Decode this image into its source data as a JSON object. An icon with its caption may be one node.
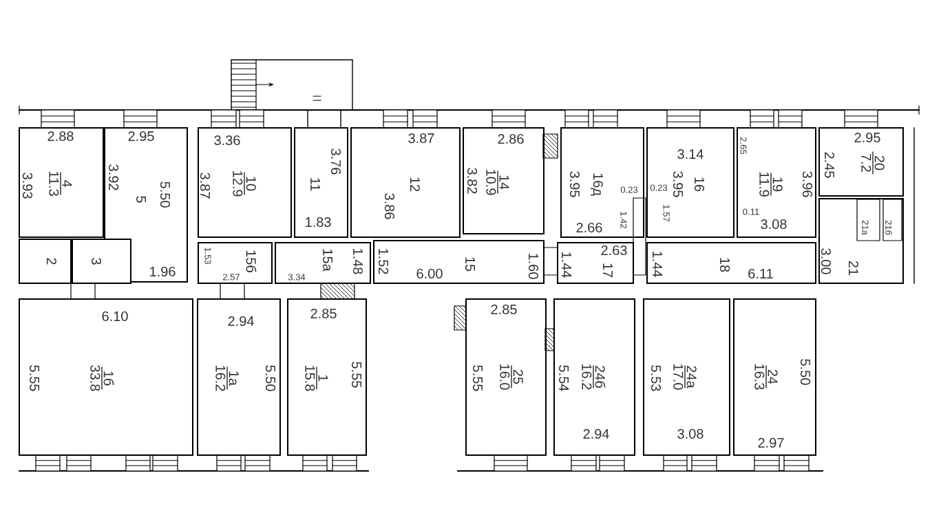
{
  "diagram": {
    "nodes": [
      {
        "text": [
          "4",
          "11.3",
          "2.88",
          "3.93"
        ]
      },
      {
        "text": [
          "5",
          "2.95",
          "3.92",
          "5.50",
          "1.96"
        ]
      },
      {
        "text": [
          "10",
          "12.9",
          "3.36",
          "3.87"
        ]
      },
      {
        "text": [
          "11",
          "3.76",
          "1.83"
        ]
      },
      {
        "text": [
          "12",
          "3.87",
          "3.86"
        ]
      },
      {
        "text": [
          "14",
          "10.9",
          "2.86",
          "3.82"
        ]
      },
      {
        "text": [
          "16д",
          "3.95",
          "0.23",
          "1.42",
          "2.66"
        ]
      },
      {
        "text": [
          "16",
          "3.14",
          "3.95",
          "0.23",
          "1.57"
        ]
      },
      {
        "text": [
          "19",
          "11.9",
          "2.65",
          "3.96",
          "0.11",
          "3.08"
        ]
      },
      {
        "text": [
          "20",
          "7.2",
          "2.95",
          "2.45"
        ]
      },
      {
        "text": [
          "2"
        ]
      },
      {
        "text": [
          "3"
        ]
      },
      {
        "text": [
          "15б",
          "1.53",
          "2.57"
        ]
      },
      {
        "text": [
          "15а",
          "3.34",
          "1.48"
        ]
      },
      {
        "text": [
          "15",
          "1.52",
          "6.00",
          "1.60"
        ]
      },
      {
        "text": [
          "17",
          "1.44",
          "2.63"
        ]
      },
      {
        "text": [
          "18",
          "1.44",
          "6.11"
        ]
      },
      {
        "text": [
          "21",
          "3.00"
        ]
      },
      {
        "text": [
          "21а"
        ],
        "in": 17
      },
      {
        "text": [
          "21б"
        ],
        "in": 17
      },
      {
        "text": [
          "1б",
          "33.8",
          "6.10",
          "5.55"
        ]
      },
      {
        "text": [
          "1а",
          "16.2",
          "2.94",
          "5.50"
        ]
      },
      {
        "text": [
          "1",
          "15.8",
          "2.85",
          "5.55"
        ]
      },
      {
        "text": [
          "25",
          "16.0",
          "2.85",
          "5.55"
        ]
      },
      {
        "text": [
          "24б",
          "16.2",
          "5.54",
          "2.94"
        ]
      },
      {
        "text": [
          "24а",
          "17.0",
          "5.53",
          "3.08"
        ]
      },
      {
        "text": [
          "24",
          "16.3",
          "5.50",
          "2.97"
        ]
      }
    ]
  }
}
